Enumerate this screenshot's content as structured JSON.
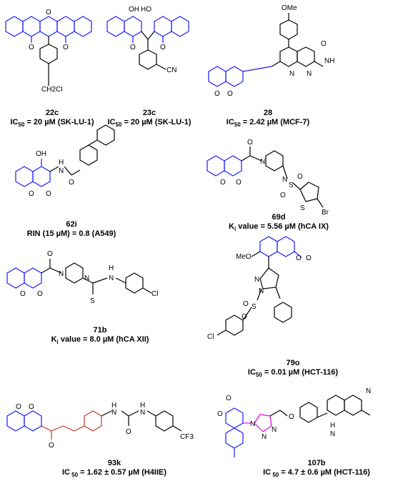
{
  "colors": {
    "coumarin": "#1a1aff",
    "linker_red": "#c0392b",
    "triazole": "#e600e6",
    "bond": "#000000"
  },
  "compounds": [
    {
      "id": "22c",
      "activity": "IC50 = 20 µM (SK-LU-1)",
      "metric": "IC",
      "sub": "50",
      "rest": " = 20 µM (SK-LU-1)"
    },
    {
      "id": "23c",
      "activity": "IC50 = 20 µM (SK-LU-1)",
      "metric": "IC",
      "sub": "50",
      "rest": " = 20 µM (SK-LU-1)"
    },
    {
      "id": "28",
      "activity": "IC50 = 2.42 µM (MCF-7)",
      "metric": "IC",
      "sub": "50",
      "rest": " = 2.42 µM (MCF-7)"
    },
    {
      "id": "62i",
      "activity": "RIN (15 µM) = 0.8 (A549)",
      "metric": "RIN (15 µM) = 0.8 (A549)",
      "sub": "",
      "rest": ""
    },
    {
      "id": "69d",
      "activity": "Ki value = 5.56 µM (hCA IX)",
      "metric": "K",
      "sub": "i",
      "rest": " value = 5.56 µM (hCA IX)"
    },
    {
      "id": "71b",
      "activity": "Ki value = 8.0 µM (hCA XII)",
      "metric": "K",
      "sub": "i",
      "rest": " value = 8.0 µM (hCA XII)"
    },
    {
      "id": "79o",
      "activity": "IC50 = 0.01 µM (HCT-116)",
      "metric": "IC",
      "sub": "50",
      "rest": " = 0.01 µM (HCT-116)"
    },
    {
      "id": "93k",
      "activity": "IC 50 = 1.62 ± 0.57 µM (H4IIE)",
      "metric": "IC",
      "sub": " 50",
      "rest": " = 1.62 ± 0.57 µM (H4IIE)"
    },
    {
      "id": "107b",
      "activity": "IC 50 = 4.7 ± 0.6 µM (HCT-116)",
      "metric": "IC",
      "sub": " 50",
      "rest": " = 4.7 ± 0.6 µM (HCT-116)"
    }
  ],
  "atoms": {
    "O": "O",
    "OH": "OH",
    "HO": "HO",
    "OMe": "OMe",
    "MeO": "MeO",
    "N": "N",
    "NH": "NH",
    "H": "H",
    "HN": "HN",
    "S": "S",
    "Br": "Br",
    "Cl": "Cl",
    "CN": "CN",
    "CH2Cl": "CH2Cl",
    "CF3": "CF3"
  }
}
